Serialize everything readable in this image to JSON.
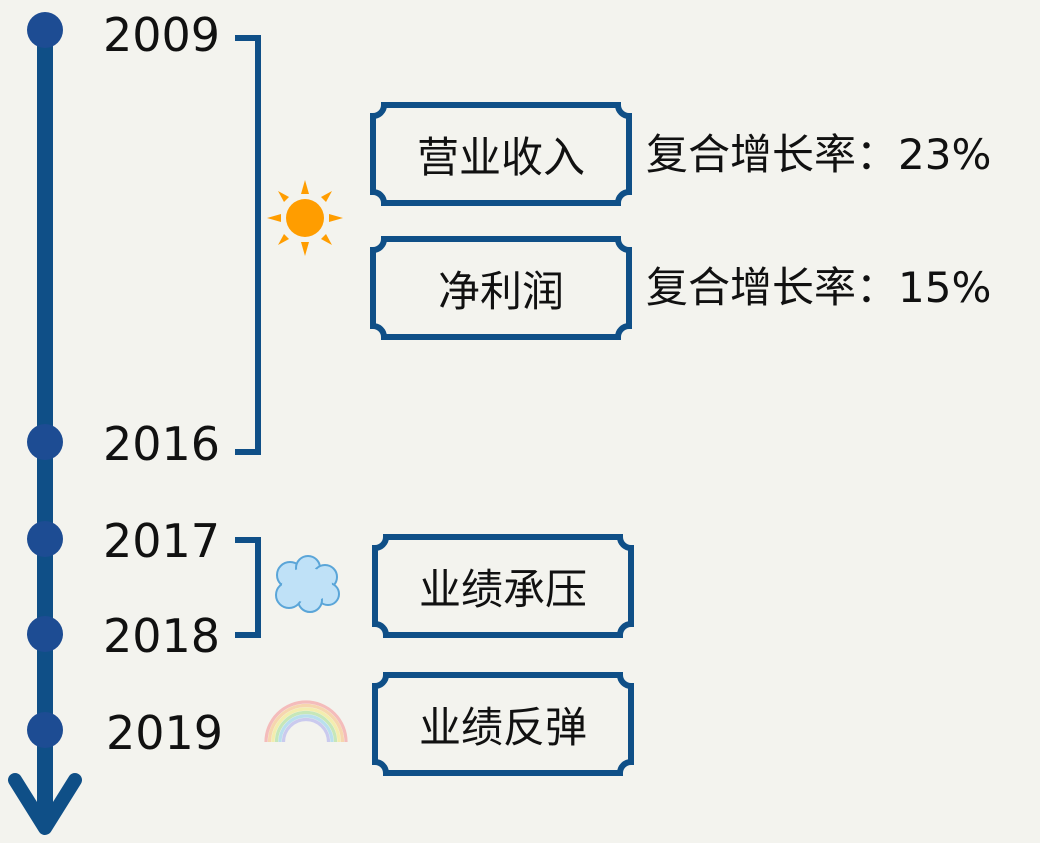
{
  "timeline": {
    "years": {
      "y2009": "2009",
      "y2016": "2016",
      "y2017": "2017",
      "y2018": "2018",
      "y2019": "2019"
    }
  },
  "period_2009_2016": {
    "icon": "sun-icon",
    "items": [
      {
        "label": "营业收入",
        "rate": "复合增长率：23%"
      },
      {
        "label": "净利润",
        "rate": "复合增长率：15%"
      }
    ]
  },
  "period_2017_2018": {
    "icon": "cloud-icon",
    "label": "业绩承压"
  },
  "period_2019": {
    "icon": "rainbow-icon",
    "label": "业绩反弹"
  },
  "colors": {
    "line": "#0f4f87",
    "dot": "#1d4c93",
    "bracket": "#0f4f87",
    "box_border": "#0f4f87",
    "sun": "#ff9d00",
    "cloud": "#bfe1f7"
  }
}
